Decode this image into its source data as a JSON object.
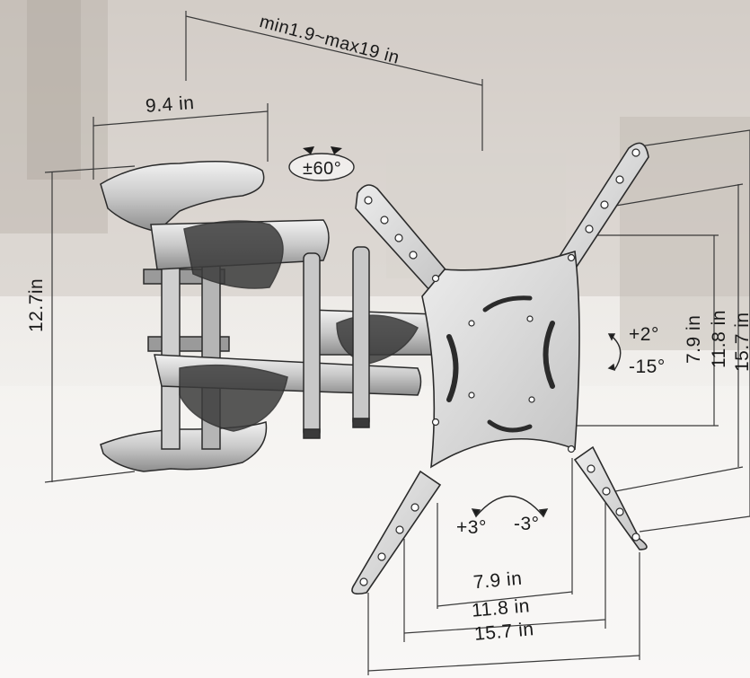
{
  "labels": {
    "arm_extension": "min1.9~max19 in",
    "wall_plate_width": "9.4 in",
    "swivel": "±60°",
    "wall_plate_height": "12.7in",
    "tilt_up": "+2°",
    "tilt_down": "-15°",
    "vesa_v_small": "7.9 in",
    "vesa_v_medium": "11.8 in",
    "vesa_v_large": "15.7 in",
    "level_plus": "+3°",
    "level_minus": "-3°",
    "vesa_h_small": "7.9 in",
    "vesa_h_medium": "11.8 in",
    "vesa_h_large": "15.7 in"
  },
  "colors": {
    "line": "#3a3a3a",
    "metal_dark": "#3c3c3c",
    "metal_light": "#dedede",
    "text": "#1a1a1a"
  }
}
